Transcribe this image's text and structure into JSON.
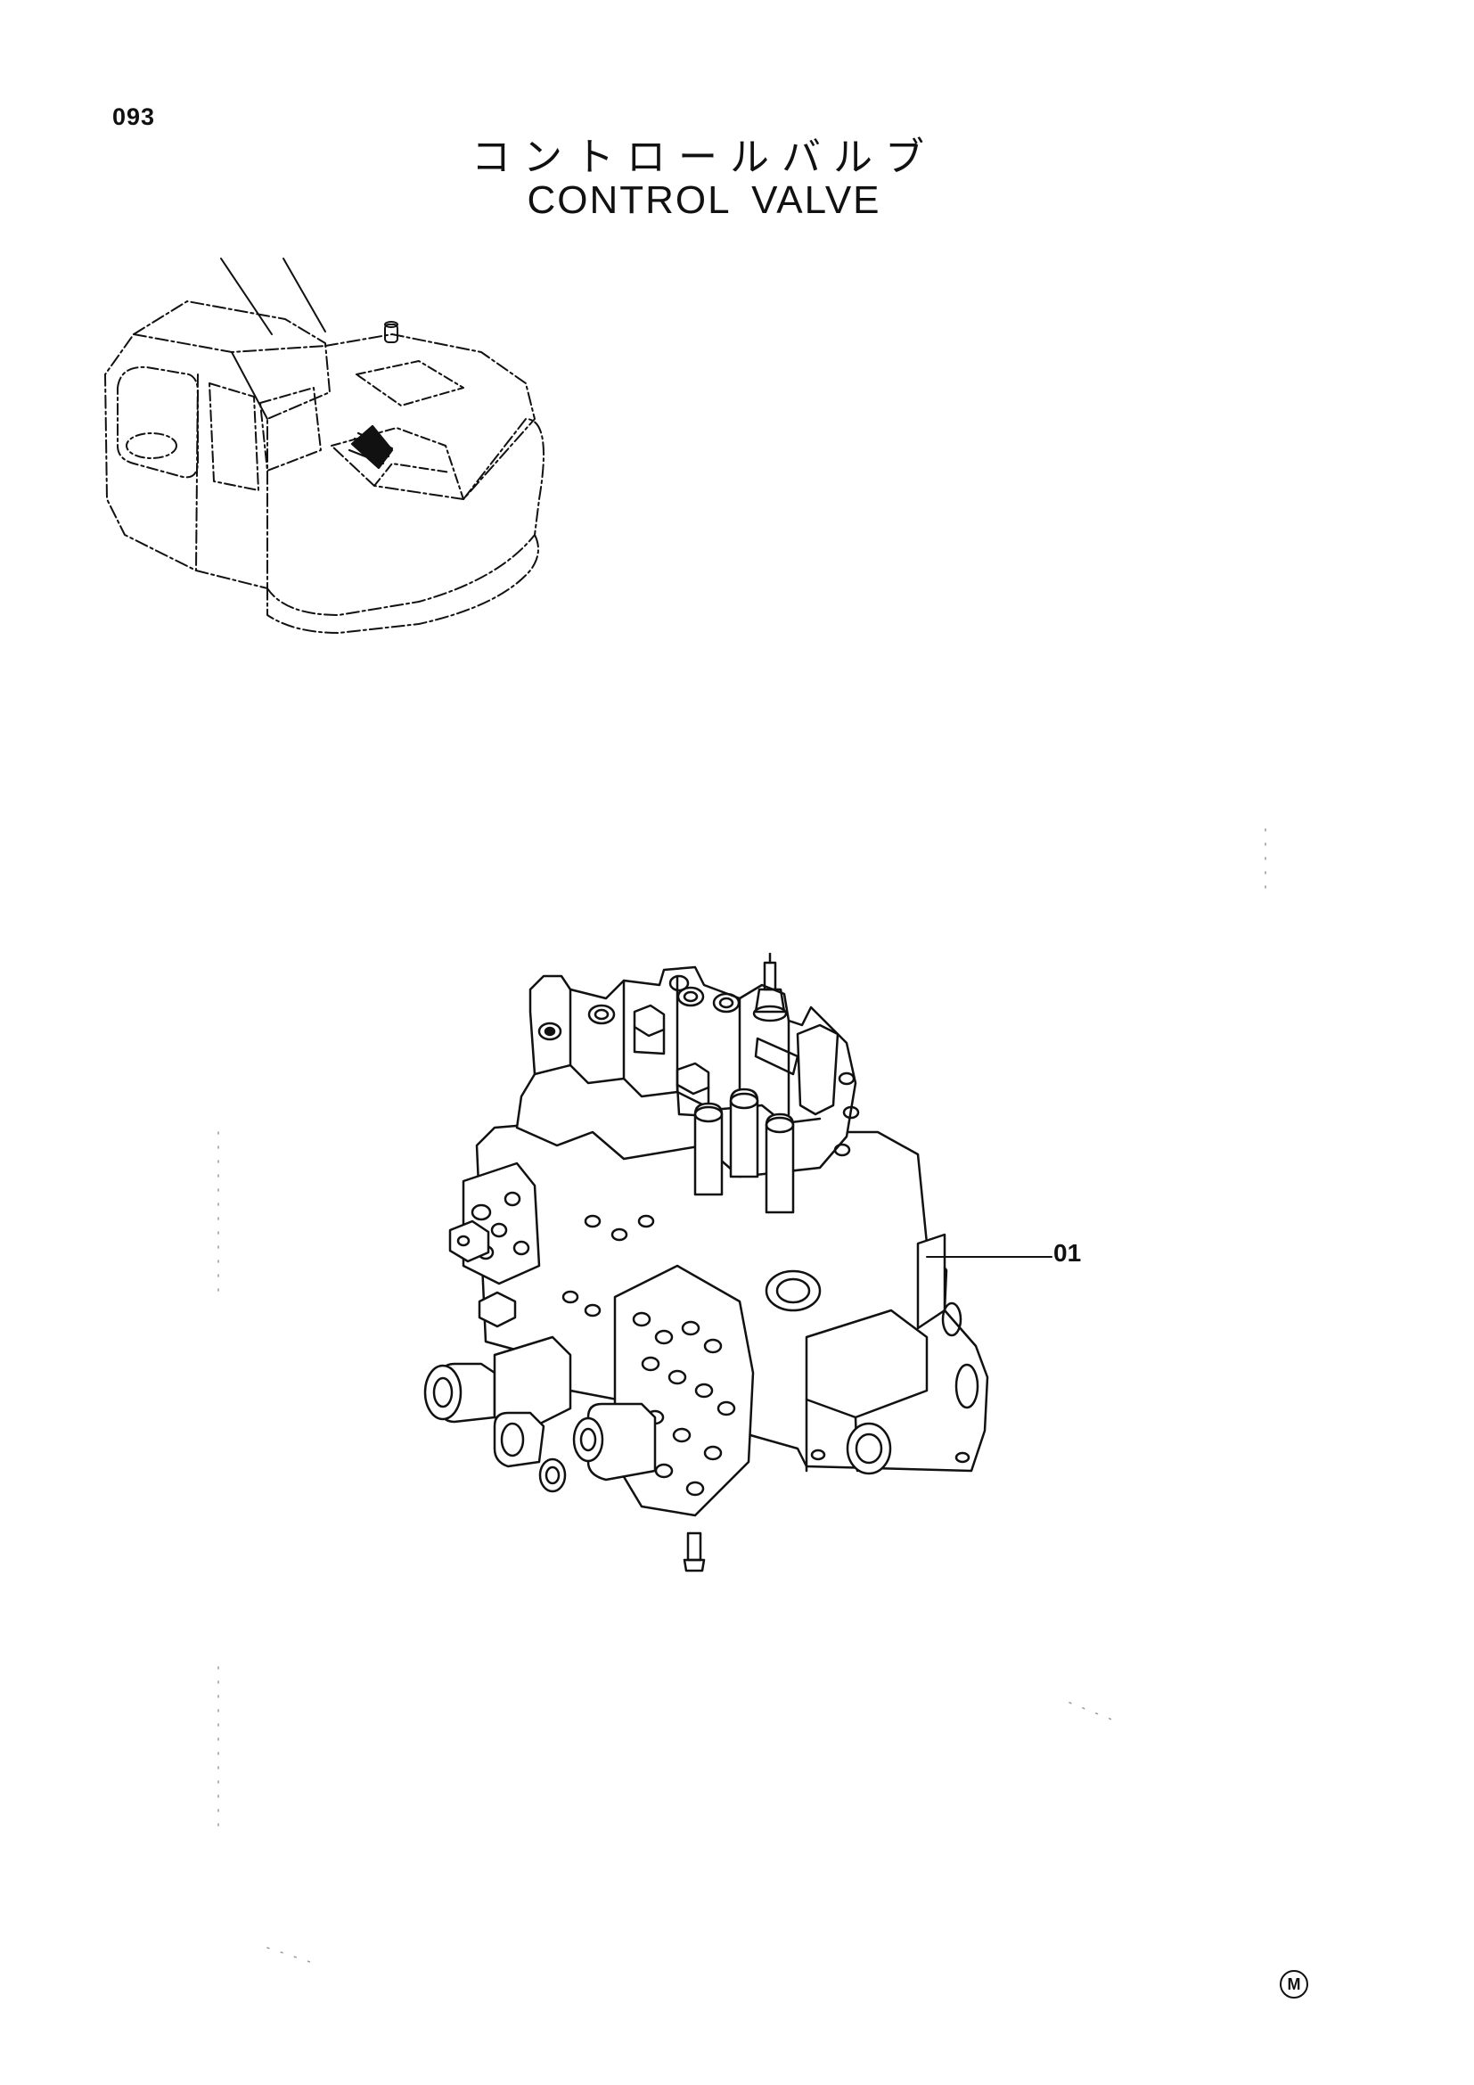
{
  "page": {
    "number": "093",
    "title_jp": "コントロールバルブ",
    "title_en": "CONTROL VALVE"
  },
  "parts": [
    {
      "ref": "01"
    }
  ],
  "mark": "M",
  "colors": {
    "line": "#111111",
    "paper": "#ffffff"
  }
}
